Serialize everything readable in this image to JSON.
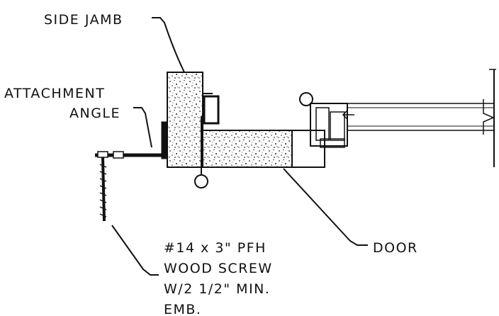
{
  "labels": {
    "side_jamb": "SIDE JAMB",
    "attachment_angle_1": "ATTACHMENT",
    "attachment_angle_2": "ANGLE",
    "door": "DOOR",
    "screw_1": "#14 x 3\" PFH",
    "screw_2": "WOOD SCREW",
    "screw_3": "W/2 1/2\" MIN.",
    "screw_4": "EMB."
  },
  "colors": {
    "line": "#111111",
    "background": "#ffffff"
  }
}
